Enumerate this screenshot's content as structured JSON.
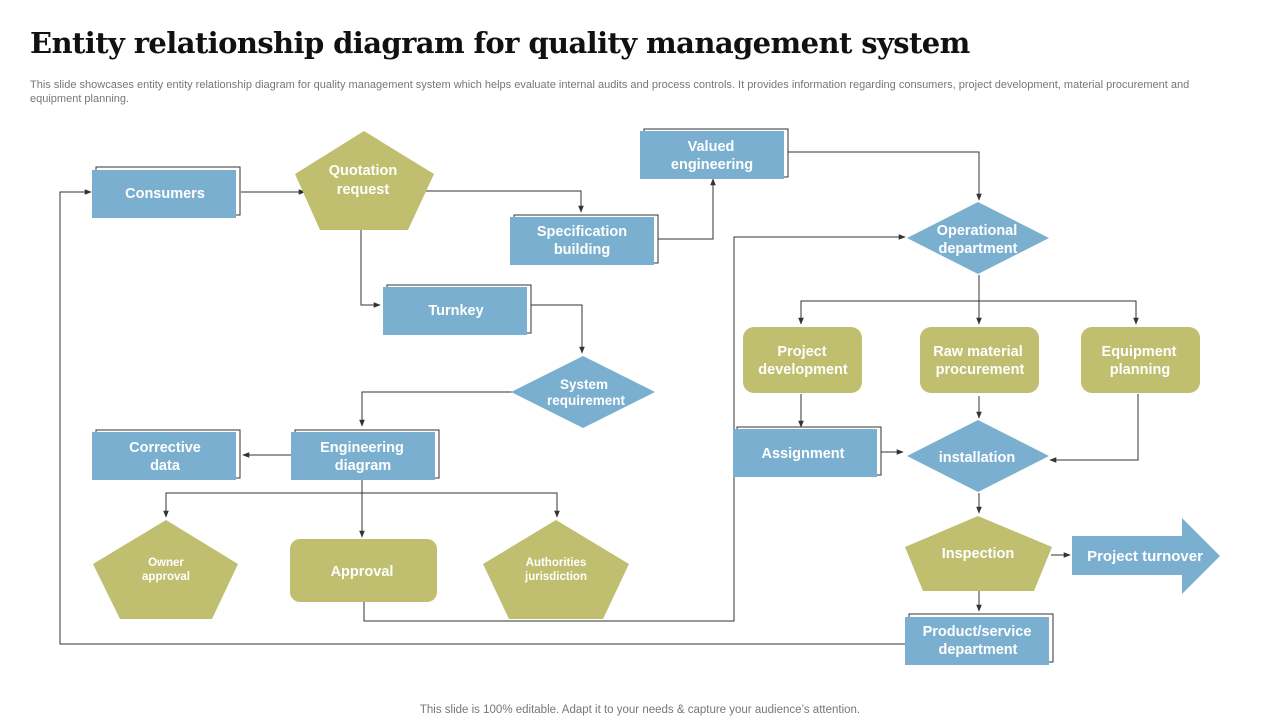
{
  "header": {
    "title": "Entity relationship diagram for quality management system",
    "description": "This slide showcases entity entity relationship diagram for quality management system which helps evaluate internal audits and process controls. It provides information regarding consumers, project development, material procurement and equipment planning."
  },
  "footer": "This slide is 100% editable. Adapt it to your needs & capture your audience’s attention.",
  "colors": {
    "blue": "#7bafd0",
    "olive": "#bfbf6f",
    "connector": "#333333",
    "shadow_border": "#333333"
  },
  "nodes": {
    "consumers": {
      "line1": "Consumers"
    },
    "quotation": {
      "line1": "Quotation",
      "line2": "request"
    },
    "specification": {
      "line1": "Specification",
      "line2": "building"
    },
    "valued": {
      "line1": "Valued",
      "line2": "engineering"
    },
    "turnkey": {
      "line1": "Turnkey"
    },
    "system_req": {
      "line1": "System",
      "line2": "requirement"
    },
    "engineering": {
      "line1": "Engineering",
      "line2": "diagram"
    },
    "corrective": {
      "line1": "Corrective",
      "line2": "data"
    },
    "owner": {
      "line1": "Owner",
      "line2": "approval"
    },
    "approval": {
      "line1": "Approval"
    },
    "authorities": {
      "line1": "Authorities",
      "line2": "jurisdiction"
    },
    "operational": {
      "line1": "Operational",
      "line2": "department"
    },
    "project_dev": {
      "line1": "Project",
      "line2": "development"
    },
    "raw_material": {
      "line1": "Raw material",
      "line2": "procurement"
    },
    "equipment": {
      "line1": "Equipment",
      "line2": "planning"
    },
    "assignment": {
      "line1": "Assignment"
    },
    "installation": {
      "line1": "installation"
    },
    "inspection": {
      "line1": "Inspection"
    },
    "project_turnover": {
      "line1": "Project turnover"
    },
    "product_service": {
      "line1": "Product/service",
      "line2": "department"
    }
  }
}
